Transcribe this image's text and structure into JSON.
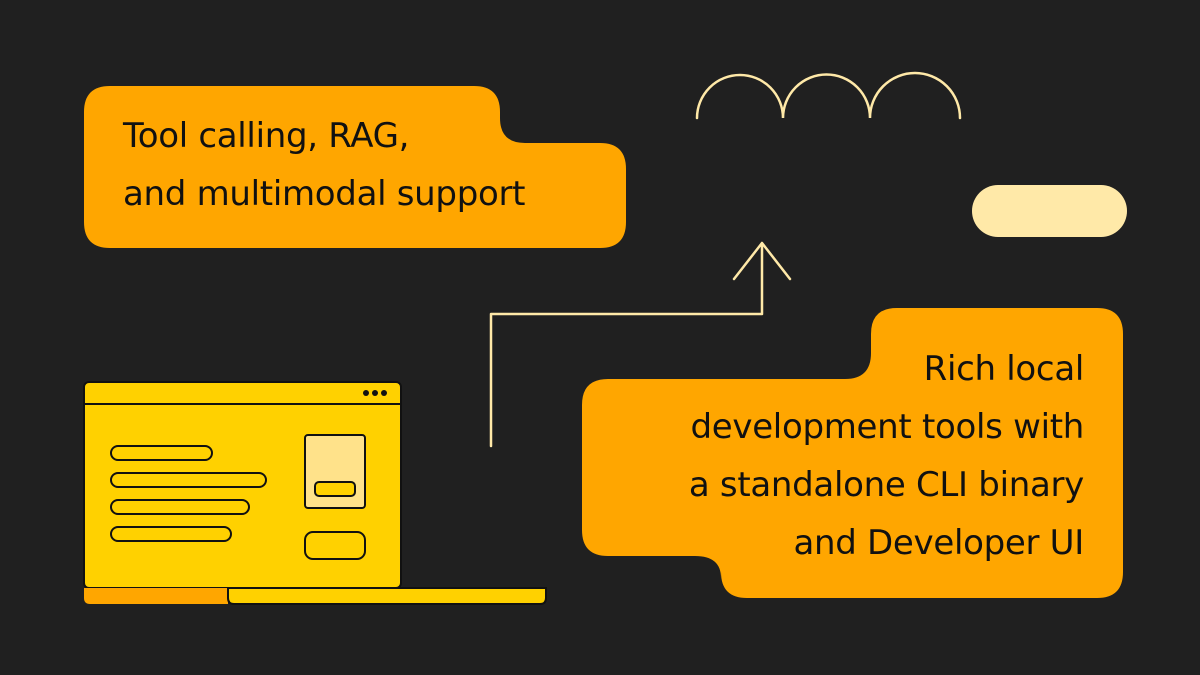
{
  "colors": {
    "background": "#202020",
    "callout_orange": "#FFA600",
    "laptop_yellow": "#FFD100",
    "laptop_light": "#FFE28A",
    "line_cream": "#FFE9A8",
    "outline": "#111111"
  },
  "callouts": {
    "top": {
      "lines": [
        "Tool calling, RAG,",
        "and multimodal support"
      ]
    },
    "bottom": {
      "lines": [
        "Rich local",
        "development tools with",
        "a standalone CLI binary",
        "and Developer UI"
      ]
    }
  },
  "icons": {
    "laptop": "laptop-icon",
    "arrow": "up-arrow-icon",
    "arcs": "arc-wave-icon",
    "pill": "pill-shape-icon"
  }
}
